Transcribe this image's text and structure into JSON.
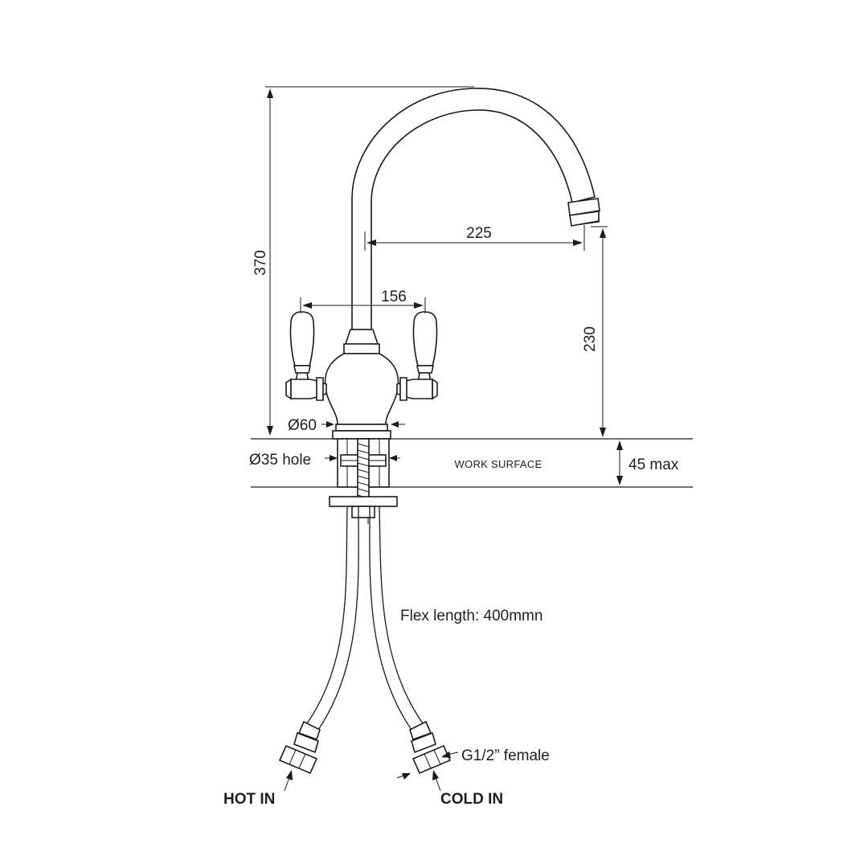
{
  "dimensions": {
    "overall_height": "370",
    "spout_reach": "225",
    "handle_span": "156",
    "spout_height": "230",
    "base_diameter": "Ø60",
    "hole_diameter": "Ø35 hole",
    "surface_thickness": "45 max"
  },
  "labels": {
    "work_surface": "WORK SURFACE",
    "flex_length": "Flex length: 400mmn",
    "connector": "G1/2” female",
    "hot_in": "HOT IN",
    "cold_in": "COLD IN"
  }
}
